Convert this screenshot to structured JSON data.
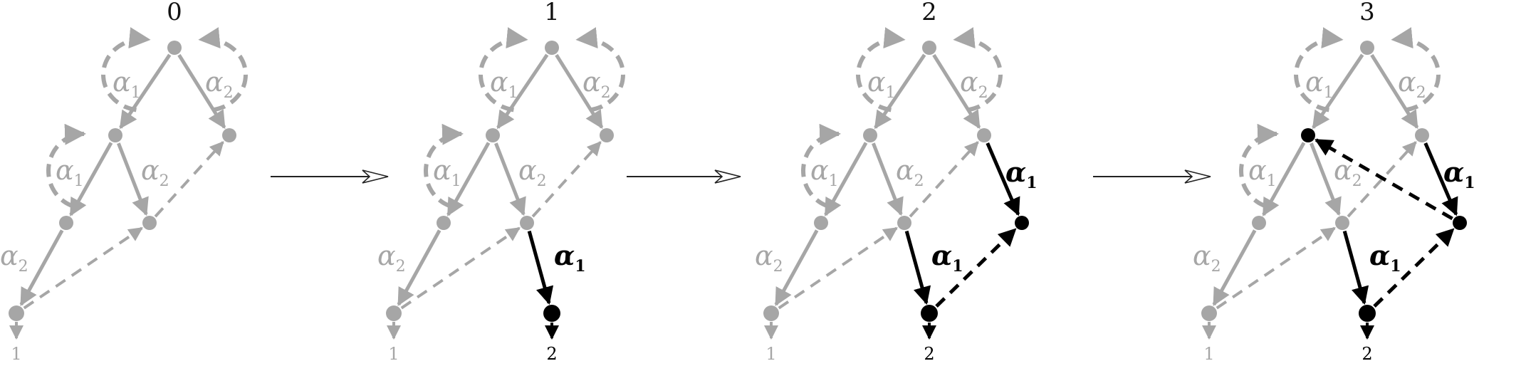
{
  "colors": {
    "gray": "#a6a6a6",
    "black": "#000000",
    "arrow_stroke": "#222222"
  },
  "panels": [
    {
      "title": "0",
      "outputs": {
        "left": "1",
        "mid": null
      },
      "active_nodes": [],
      "active_edges": []
    },
    {
      "title": "1",
      "outputs": {
        "left": "1",
        "mid": "2"
      },
      "active_nodes": [
        "P"
      ],
      "active_edges": [
        "E->P"
      ]
    },
    {
      "title": "2",
      "outputs": {
        "left": "1",
        "mid": "2"
      },
      "active_nodes": [
        "P",
        "Q"
      ],
      "active_edges": [
        "E->P",
        "C->Q",
        "P->Q"
      ]
    },
    {
      "title": "3",
      "outputs": {
        "left": "1",
        "mid": "2"
      },
      "active_nodes": [
        "P",
        "Q",
        "B"
      ],
      "active_edges": [
        "E->P",
        "C->Q",
        "P->Q",
        "Q->B"
      ]
    }
  ],
  "labels": {
    "alpha": "α",
    "sub1": "1",
    "sub2": "2"
  },
  "transitions": [
    "panel-0-to-1",
    "panel-1-to-2",
    "panel-2-to-3"
  ]
}
